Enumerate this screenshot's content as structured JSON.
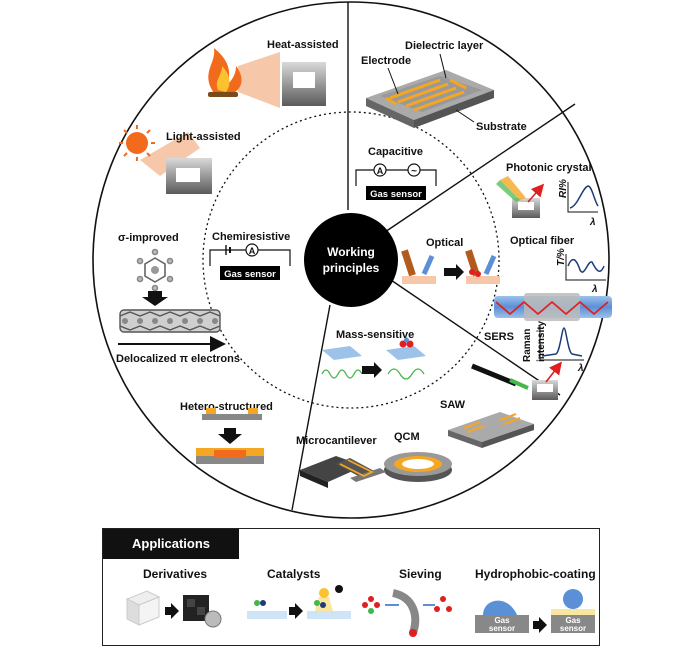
{
  "center": {
    "line1": "Working",
    "line2": "principles"
  },
  "sectors": {
    "heat_assisted": "Heat-assisted",
    "light_assisted": "Light-assisted",
    "sigma_improved": "σ-improved",
    "delocalized": "Delocalized π electrons",
    "hetero_structured": "Hetero-structured",
    "chemiresistive": "Chemiresistive",
    "gas_sensor": "Gas sensor",
    "ammeter_symbol": "A",
    "ac_symbol": "~",
    "capacitive": "Capacitive",
    "dielectric_layer": "Dielectric layer",
    "electrode": "Electrode",
    "substrate": "Substrate",
    "optical": "Optical",
    "photonic_crystal": "Photonic crystal",
    "ri_axis": "RI%",
    "lambda": "λ",
    "optical_fiber": "Optical fiber",
    "t_axis": "T/%",
    "sers": "SERS",
    "raman1": "Raman",
    "raman2": "intensity",
    "mass_sensitive": "Mass-sensitive",
    "saw": "SAW",
    "qcm": "QCM",
    "microcantilever": "Microcantilever"
  },
  "applications": {
    "title": "Applications",
    "derivatives": "Derivatives",
    "catalysts": "Catalysts",
    "sieving": "Sieving",
    "hydrophobic": "Hydrophobic-coating",
    "gas1": "Gas",
    "sensor1": "sensor",
    "gas2": "Gas",
    "sensor2": "sensor"
  },
  "colors": {
    "accent_orange": "#f5a623",
    "fire": "#f26b1d",
    "blue": "#5b8fd6",
    "gray": "#8a8a8a",
    "dark": "#111111"
  }
}
